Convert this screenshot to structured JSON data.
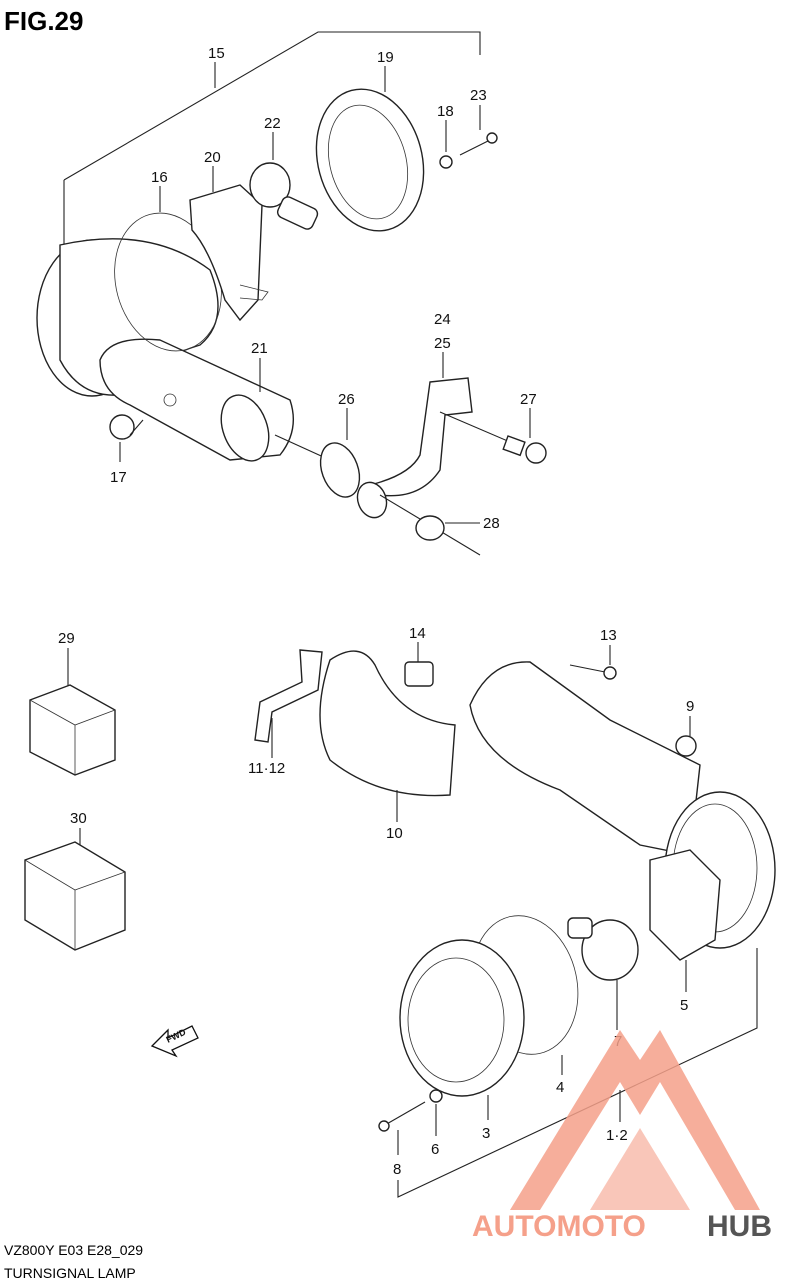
{
  "figure": {
    "title": "FIG.29"
  },
  "footer": {
    "code": "VZ800Y E03 E28_029",
    "name": "TURNSIGNAL LAMP"
  },
  "fwd_label": "FWD",
  "watermark": {
    "text_colored": "AUTOMOTO",
    "text_dark": "HUB",
    "color_main": "#f5a08a",
    "color_dark": "#555555"
  },
  "callouts": [
    {
      "id": "15",
      "label": "15"
    },
    {
      "id": "19",
      "label": "19"
    },
    {
      "id": "23",
      "label": "23"
    },
    {
      "id": "18",
      "label": "18"
    },
    {
      "id": "22",
      "label": "22"
    },
    {
      "id": "20",
      "label": "20"
    },
    {
      "id": "16",
      "label": "16"
    },
    {
      "id": "21",
      "label": "21"
    },
    {
      "id": "24",
      "label": "24"
    },
    {
      "id": "25",
      "label": "25"
    },
    {
      "id": "26",
      "label": "26"
    },
    {
      "id": "27",
      "label": "27"
    },
    {
      "id": "17",
      "label": "17"
    },
    {
      "id": "28",
      "label": "28"
    },
    {
      "id": "29",
      "label": "29"
    },
    {
      "id": "14",
      "label": "14"
    },
    {
      "id": "13",
      "label": "13"
    },
    {
      "id": "9",
      "label": "9"
    },
    {
      "id": "11-12",
      "label": "11·12"
    },
    {
      "id": "10",
      "label": "10"
    },
    {
      "id": "30",
      "label": "30"
    },
    {
      "id": "5",
      "label": "5"
    },
    {
      "id": "7",
      "label": "7"
    },
    {
      "id": "4",
      "label": "4"
    },
    {
      "id": "1-2",
      "label": "1·2"
    },
    {
      "id": "3",
      "label": "3"
    },
    {
      "id": "6",
      "label": "6"
    },
    {
      "id": "8",
      "label": "8"
    }
  ]
}
